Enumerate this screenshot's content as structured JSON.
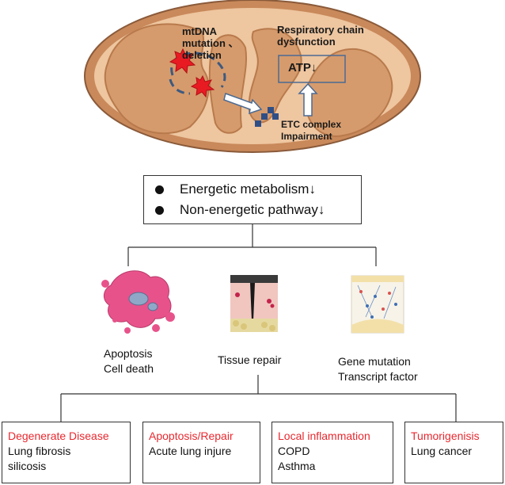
{
  "mitochondrion": {
    "mtdna_label": "mtDNA\nmutation 、\ndeletion",
    "resp_label": "Respiratory chain\ndysfunction",
    "atp_label": "ATP↓",
    "etc_label": "ETC complex\nImpairment"
  },
  "summary": {
    "items": [
      "Energetic metabolism↓",
      "Non-energetic pathway↓"
    ]
  },
  "effects": [
    {
      "caption": "Apoptosis\nCell death"
    },
    {
      "caption": "Tissue repair"
    },
    {
      "caption": "Gene mutation\nTranscript factor"
    }
  ],
  "diseases": [
    {
      "title": "Degenerate Disease",
      "lines": [
        "Lung fibrosis",
        "silicosis"
      ]
    },
    {
      "title": "Apoptosis/Repair",
      "lines": [
        "Acute lung injure"
      ]
    },
    {
      "title": "Local inflammation",
      "lines": [
        "COPD",
        "Asthma"
      ]
    },
    {
      "title": "Tumorigenisis",
      "lines": [
        "Lung cancer"
      ]
    }
  ],
  "colors": {
    "outer_membrane": "#cf8b5a",
    "matrix": "#efc49c",
    "cristae": "#d49a6c",
    "mutation_star": "#e81b23",
    "disease_title": "#e8282f"
  }
}
